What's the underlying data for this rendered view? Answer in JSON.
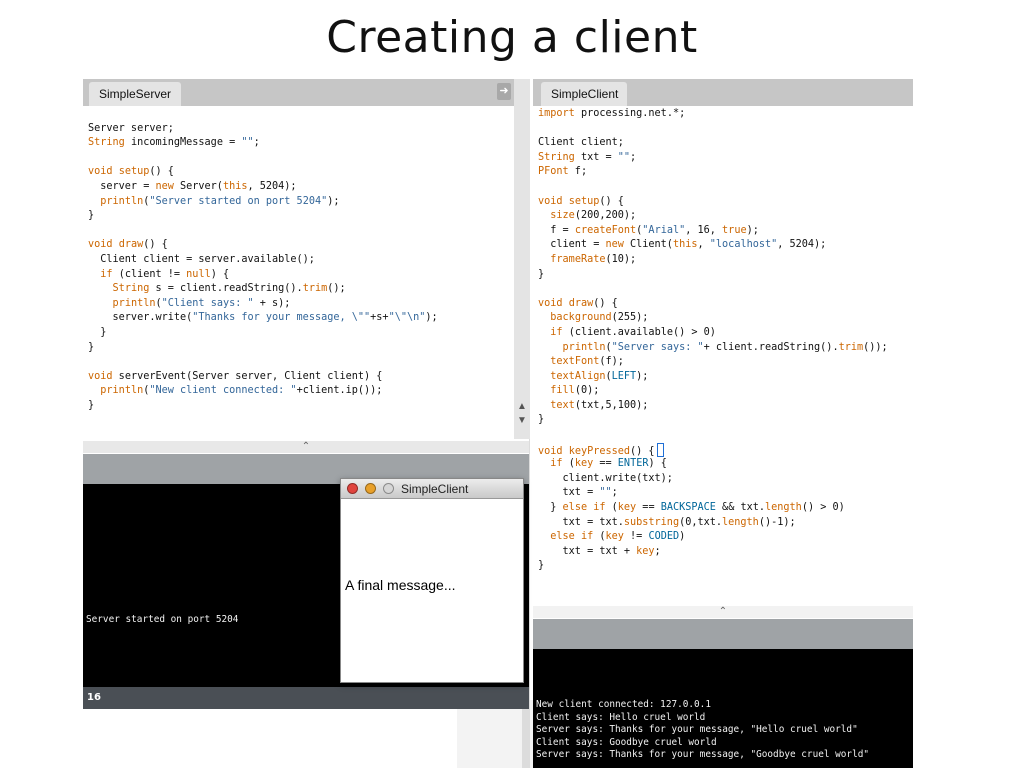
{
  "slide": {
    "title": "Creating a client"
  },
  "server_editor": {
    "tab": "SimpleServer",
    "lines": [
      [],
      [
        {
          "t": "Server server;",
          "c": ""
        }
      ],
      [
        {
          "t": "String",
          "c": "kw"
        },
        {
          "t": " incomingMessage = ",
          "c": ""
        },
        {
          "t": "\"\"",
          "c": "str"
        },
        {
          "t": ";",
          "c": ""
        }
      ],
      [],
      [
        {
          "t": "void",
          "c": "kw"
        },
        {
          "t": " ",
          "c": ""
        },
        {
          "t": "setup",
          "c": "kw"
        },
        {
          "t": "() {",
          "c": ""
        }
      ],
      [
        {
          "t": "  server = ",
          "c": ""
        },
        {
          "t": "new",
          "c": "kw"
        },
        {
          "t": " Server(",
          "c": ""
        },
        {
          "t": "this",
          "c": "kw"
        },
        {
          "t": ", 5204);",
          "c": ""
        }
      ],
      [
        {
          "t": "  ",
          "c": ""
        },
        {
          "t": "println",
          "c": "kw"
        },
        {
          "t": "(",
          "c": ""
        },
        {
          "t": "\"Server started on port 5204\"",
          "c": "str"
        },
        {
          "t": ");",
          "c": ""
        }
      ],
      [
        {
          "t": "}",
          "c": ""
        }
      ],
      [],
      [
        {
          "t": "void",
          "c": "kw"
        },
        {
          "t": " ",
          "c": ""
        },
        {
          "t": "draw",
          "c": "kw"
        },
        {
          "t": "() {",
          "c": ""
        }
      ],
      [
        {
          "t": "  Client client = server.available();",
          "c": ""
        }
      ],
      [
        {
          "t": "  ",
          "c": ""
        },
        {
          "t": "if",
          "c": "kw"
        },
        {
          "t": " (client != ",
          "c": ""
        },
        {
          "t": "null",
          "c": "kw"
        },
        {
          "t": ") {",
          "c": ""
        }
      ],
      [
        {
          "t": "    ",
          "c": ""
        },
        {
          "t": "String",
          "c": "kw"
        },
        {
          "t": " s = client.readString().",
          "c": ""
        },
        {
          "t": "trim",
          "c": "kw"
        },
        {
          "t": "();",
          "c": ""
        }
      ],
      [
        {
          "t": "    ",
          "c": ""
        },
        {
          "t": "println",
          "c": "kw"
        },
        {
          "t": "(",
          "c": ""
        },
        {
          "t": "\"Client says: \"",
          "c": "str"
        },
        {
          "t": " + s);",
          "c": ""
        }
      ],
      [
        {
          "t": "    server.write(",
          "c": ""
        },
        {
          "t": "\"Thanks for your message, \\\"\"",
          "c": "str"
        },
        {
          "t": "+s+",
          "c": ""
        },
        {
          "t": "\"\\\"\\n\"",
          "c": "str"
        },
        {
          "t": ");",
          "c": ""
        }
      ],
      [
        {
          "t": "  }",
          "c": ""
        }
      ],
      [
        {
          "t": "}",
          "c": ""
        }
      ],
      [],
      [
        {
          "t": "void",
          "c": "kw"
        },
        {
          "t": " serverEvent(Server server, Client client) {",
          "c": ""
        }
      ],
      [
        {
          "t": "  ",
          "c": ""
        },
        {
          "t": "println",
          "c": "kw"
        },
        {
          "t": "(",
          "c": ""
        },
        {
          "t": "\"New client connected: \"",
          "c": "str"
        },
        {
          "t": "+client.ip());",
          "c": ""
        }
      ],
      [
        {
          "t": "}",
          "c": ""
        }
      ]
    ]
  },
  "server_console": {
    "message": "Server started on port 5204",
    "line_number": "16"
  },
  "client_editor": {
    "tab": "SimpleClient",
    "lines": [
      [
        {
          "t": "import",
          "c": "kw"
        },
        {
          "t": " processing.net.*;",
          "c": ""
        }
      ],
      [],
      [
        {
          "t": "Client client;",
          "c": ""
        }
      ],
      [
        {
          "t": "String",
          "c": "kw"
        },
        {
          "t": " txt = ",
          "c": ""
        },
        {
          "t": "\"\"",
          "c": "str"
        },
        {
          "t": ";",
          "c": ""
        }
      ],
      [
        {
          "t": "PFont",
          "c": "kw"
        },
        {
          "t": " f;",
          "c": ""
        }
      ],
      [],
      [
        {
          "t": "void",
          "c": "kw"
        },
        {
          "t": " ",
          "c": ""
        },
        {
          "t": "setup",
          "c": "kw"
        },
        {
          "t": "() {",
          "c": ""
        }
      ],
      [
        {
          "t": "  ",
          "c": ""
        },
        {
          "t": "size",
          "c": "kw"
        },
        {
          "t": "(200,200);",
          "c": ""
        }
      ],
      [
        {
          "t": "  f = ",
          "c": ""
        },
        {
          "t": "createFont",
          "c": "kw"
        },
        {
          "t": "(",
          "c": ""
        },
        {
          "t": "\"Arial\"",
          "c": "str"
        },
        {
          "t": ", 16, ",
          "c": ""
        },
        {
          "t": "true",
          "c": "kw"
        },
        {
          "t": ");",
          "c": ""
        }
      ],
      [
        {
          "t": "  client = ",
          "c": ""
        },
        {
          "t": "new",
          "c": "kw"
        },
        {
          "t": " Client(",
          "c": ""
        },
        {
          "t": "this",
          "c": "kw"
        },
        {
          "t": ", ",
          "c": ""
        },
        {
          "t": "\"localhost\"",
          "c": "str"
        },
        {
          "t": ", 5204);",
          "c": ""
        }
      ],
      [
        {
          "t": "  ",
          "c": ""
        },
        {
          "t": "frameRate",
          "c": "kw"
        },
        {
          "t": "(10);",
          "c": ""
        }
      ],
      [
        {
          "t": "}",
          "c": ""
        }
      ],
      [],
      [
        {
          "t": "void",
          "c": "kw"
        },
        {
          "t": " ",
          "c": ""
        },
        {
          "t": "draw",
          "c": "kw"
        },
        {
          "t": "() {",
          "c": ""
        }
      ],
      [
        {
          "t": "  ",
          "c": ""
        },
        {
          "t": "background",
          "c": "kw"
        },
        {
          "t": "(255);",
          "c": ""
        }
      ],
      [
        {
          "t": "  ",
          "c": ""
        },
        {
          "t": "if",
          "c": "kw"
        },
        {
          "t": " (client.available() > 0)",
          "c": ""
        }
      ],
      [
        {
          "t": "    ",
          "c": ""
        },
        {
          "t": "println",
          "c": "kw"
        },
        {
          "t": "(",
          "c": ""
        },
        {
          "t": "\"Server says: \"",
          "c": "str"
        },
        {
          "t": "+ client.readString().",
          "c": ""
        },
        {
          "t": "trim",
          "c": "kw"
        },
        {
          "t": "());",
          "c": ""
        }
      ],
      [
        {
          "t": "  ",
          "c": ""
        },
        {
          "t": "textFont",
          "c": "kw"
        },
        {
          "t": "(f);",
          "c": ""
        }
      ],
      [
        {
          "t": "  ",
          "c": ""
        },
        {
          "t": "textAlign",
          "c": "kw"
        },
        {
          "t": "(",
          "c": ""
        },
        {
          "t": "LEFT",
          "c": "fn"
        },
        {
          "t": ");",
          "c": ""
        }
      ],
      [
        {
          "t": "  ",
          "c": ""
        },
        {
          "t": "fill",
          "c": "kw"
        },
        {
          "t": "(0);",
          "c": ""
        }
      ],
      [
        {
          "t": "  ",
          "c": ""
        },
        {
          "t": "text",
          "c": "kw"
        },
        {
          "t": "(txt,5,100);",
          "c": ""
        }
      ],
      [
        {
          "t": "}",
          "c": ""
        }
      ],
      [],
      [
        {
          "t": "void",
          "c": "kw"
        },
        {
          "t": " ",
          "c": ""
        },
        {
          "t": "keyPressed",
          "c": "kw"
        },
        {
          "t": "() {",
          "c": ""
        }
      ],
      [
        {
          "t": "  ",
          "c": ""
        },
        {
          "t": "if",
          "c": "kw"
        },
        {
          "t": " (",
          "c": ""
        },
        {
          "t": "key",
          "c": "kw"
        },
        {
          "t": " == ",
          "c": ""
        },
        {
          "t": "ENTER",
          "c": "fn"
        },
        {
          "t": ") {",
          "c": ""
        }
      ],
      [
        {
          "t": "    client.write(txt);",
          "c": ""
        }
      ],
      [
        {
          "t": "    txt = ",
          "c": ""
        },
        {
          "t": "\"\"",
          "c": "str"
        },
        {
          "t": ";",
          "c": ""
        }
      ],
      [
        {
          "t": "  } ",
          "c": ""
        },
        {
          "t": "else if",
          "c": "kw"
        },
        {
          "t": " (",
          "c": ""
        },
        {
          "t": "key",
          "c": "kw"
        },
        {
          "t": " == ",
          "c": ""
        },
        {
          "t": "BACKSPACE",
          "c": "fn"
        },
        {
          "t": " && txt.",
          "c": ""
        },
        {
          "t": "length",
          "c": "kw"
        },
        {
          "t": "() > 0)",
          "c": ""
        }
      ],
      [
        {
          "t": "    txt = txt.",
          "c": ""
        },
        {
          "t": "substring",
          "c": "kw"
        },
        {
          "t": "(0,txt.",
          "c": ""
        },
        {
          "t": "length",
          "c": "kw"
        },
        {
          "t": "()-1);",
          "c": ""
        }
      ],
      [
        {
          "t": "  ",
          "c": ""
        },
        {
          "t": "else if",
          "c": "kw"
        },
        {
          "t": " (",
          "c": ""
        },
        {
          "t": "key",
          "c": "kw"
        },
        {
          "t": " != ",
          "c": ""
        },
        {
          "t": "CODED",
          "c": "fn"
        },
        {
          "t": ")",
          "c": ""
        }
      ],
      [
        {
          "t": "    txt = txt + ",
          "c": ""
        },
        {
          "t": "key",
          "c": "kw"
        },
        {
          "t": ";",
          "c": ""
        }
      ],
      [
        {
          "t": "}",
          "c": ""
        }
      ]
    ]
  },
  "client_console": {
    "lines": [
      "New client connected: 127.0.0.1",
      "Client says: Hello cruel world",
      "Server says: Thanks for your message, \"Hello cruel world\"",
      "Client says: Goodbye cruel world",
      "Server says: Thanks for your message, \"Goodbye cruel world\""
    ]
  },
  "sketch_window": {
    "title": "SimpleClient",
    "text": "A final message..."
  },
  "colors": {
    "keyword": "#cc6600",
    "constant": "#006699",
    "string": "#336699",
    "console_bg": "#000000",
    "tabbar_bg": "#c6c6c6"
  }
}
